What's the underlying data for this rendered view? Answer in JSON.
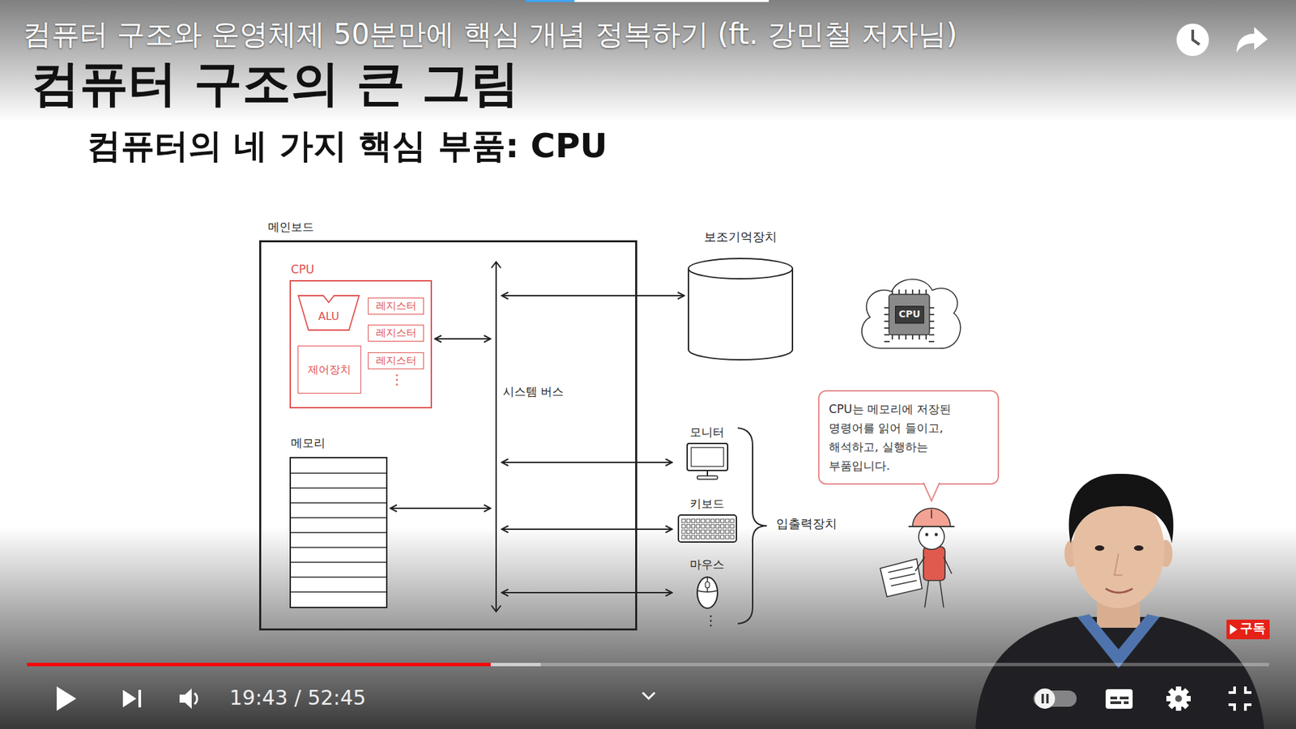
{
  "diagram": {
    "title": "컴퓨터의 네 가지 핵심 부품: CPU",
    "nodes": [
      {
        "text": [
          "메인보드"
        ]
      },
      {
        "text": [
          "CPU"
        ],
        "in": 0
      },
      {
        "text": [
          "ALU"
        ],
        "in": 1
      },
      {
        "text": [
          "레지스터"
        ],
        "in": 1
      },
      {
        "text": [
          "레지스터"
        ],
        "in": 1
      },
      {
        "text": [
          "제어장치"
        ],
        "in": 1
      },
      {
        "text": [
          "레지스터"
        ],
        "in": 1
      },
      {
        "text": [
          "메모리"
        ],
        "in": 0
      },
      {
        "text": [
          "시스템 버스"
        ],
        "in": 0
      },
      {
        "text": [
          "보조기억장치"
        ]
      },
      {
        "text": [
          "모니터"
        ]
      },
      {
        "text": [
          "키보드"
        ]
      },
      {
        "text": [
          "마우스"
        ]
      },
      {
        "text": [
          "CPU"
        ]
      },
      {
        "text": [
          "CPU는 메모리에 저장된 명령어를 읽어 들이고, 해석하고, 실행하는 부품입니다."
        ]
      }
    ],
    "edges": [
      {
        "from": 1,
        "to": 8,
        "arrow": "both"
      },
      {
        "from": 7,
        "to": 8,
        "arrow": "both"
      },
      {
        "from": 8,
        "to": 9,
        "arrow": "both"
      },
      {
        "from": 8,
        "to": 10,
        "arrow": "both"
      },
      {
        "from": 8,
        "to": 11,
        "arrow": "both"
      },
      {
        "from": 8,
        "to": 12,
        "arrow": "both"
      }
    ],
    "labels": [
      "컴퓨터 구조와 운영체제 50분만에 핵심 개념 정복하기 (ft. 강민철 저자님)",
      "컴퓨터 구조의 큰 그림",
      "⋮",
      "⋮",
      "입출력장치",
      "19:43 / 52:45",
      "구독"
    ]
  }
}
